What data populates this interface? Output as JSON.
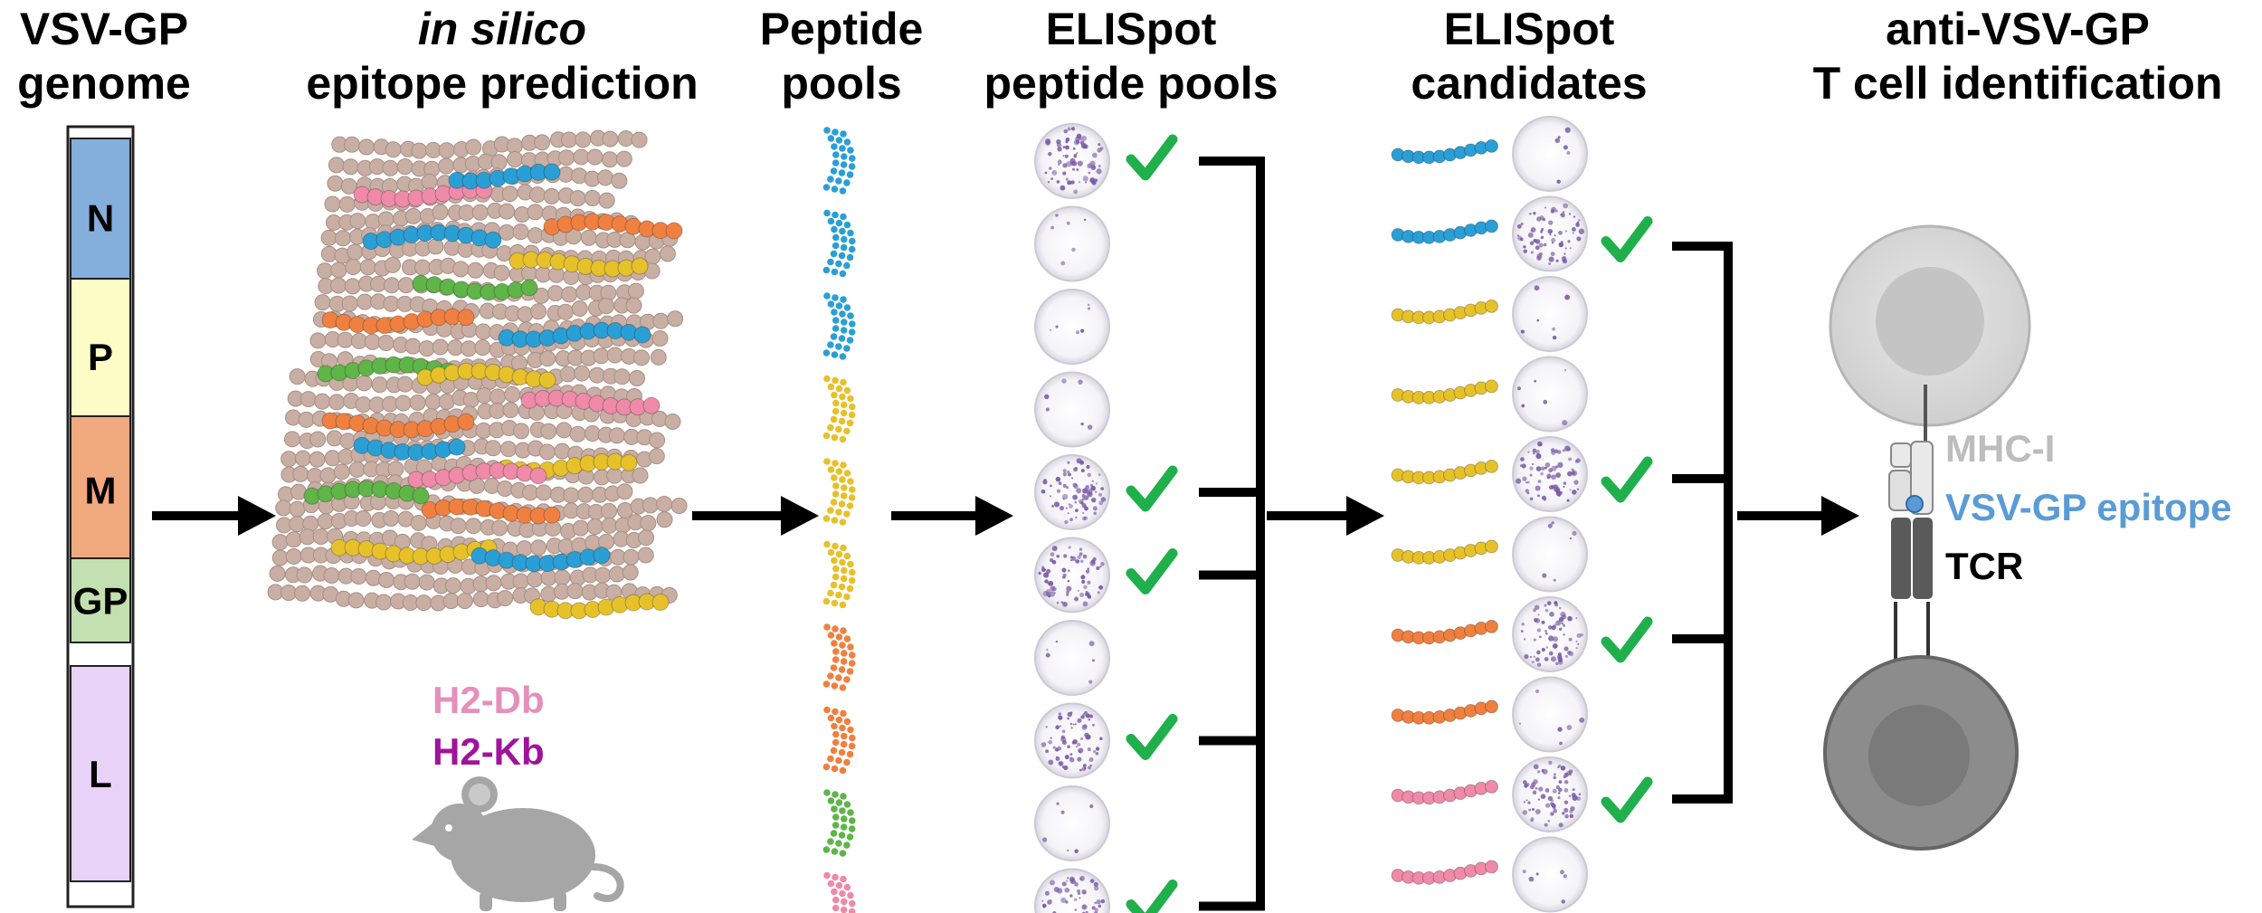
{
  "titles": {
    "genome": [
      "VSV-GP",
      "genome"
    ],
    "insilico": [
      "in silico",
      "epitope prediction"
    ],
    "pools": [
      "Peptide",
      "pools"
    ],
    "elispot_pools": [
      "ELISpot",
      "peptide pools"
    ],
    "elispot_candidates": [
      "ELISpot",
      "candidates"
    ],
    "identification": [
      "anti-VSV-GP",
      "T cell identification"
    ]
  },
  "genome_segments": [
    {
      "label": "N",
      "color": "#84aedc"
    },
    {
      "label": "P",
      "color": "#fdfdc8"
    },
    {
      "label": "M",
      "color": "#f1a97e"
    },
    {
      "label": "GP",
      "color": "#c3e0b0"
    },
    {
      "label": "L",
      "color": "#e8d2f8"
    }
  ],
  "mhc_alleles": [
    {
      "label": "H2-Db",
      "color": "#e58fbd"
    },
    {
      "label": "H2-Kb",
      "color": "#a0139b"
    }
  ],
  "peptide_pool_colors": [
    "#2a9fd6",
    "#2a9fd6",
    "#2a9fd6",
    "#e6c12a",
    "#e6c12a",
    "#e6c12a",
    "#f08040",
    "#f08040",
    "#5fb548",
    "#ef8aa8"
  ],
  "pool_positive": [
    true,
    false,
    false,
    false,
    true,
    true,
    false,
    true,
    false,
    true
  ],
  "candidate_colors": [
    "#2a9fd6",
    "#2a9fd6",
    "#e6c12a",
    "#e6c12a",
    "#e6c12a",
    "#e6c12a",
    "#f08040",
    "#f08040",
    "#ef8aa8",
    "#ef8aa8"
  ],
  "candidate_positive": [
    false,
    true,
    false,
    false,
    true,
    false,
    true,
    false,
    true,
    false
  ],
  "tcell_labels": {
    "mhc": "MHC-I",
    "epitope": "VSV-GP epitope",
    "tcr": "TCR"
  },
  "colors": {
    "check": "#1fb04b",
    "mhc_text": "#bdbdbd",
    "epitope_text": "#5b9bd5",
    "tcr_text": "#000000",
    "spot": "#7b5aa6",
    "bead": "#c8aea3"
  }
}
